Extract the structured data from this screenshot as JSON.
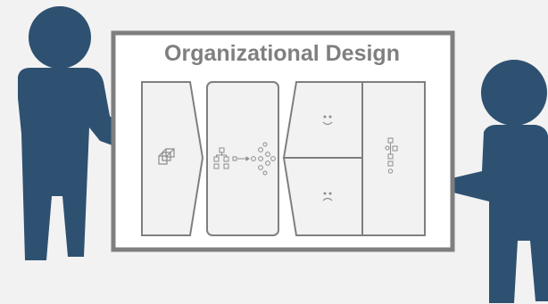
{
  "title": "Organizational Design",
  "colors": {
    "background": "#f2f2f2",
    "figure": "#2e5171",
    "board_border": "#7f7f7f",
    "board_fill": "#ffffff",
    "panel_fill": "#f2f2f2",
    "panel_border": "#7f7f7f",
    "icon": "#8c8c8c"
  },
  "people": [
    {
      "name": "person-left",
      "holds": "board-left-edge"
    },
    {
      "name": "person-right",
      "holds": "board-right-edge"
    }
  ],
  "panels": [
    {
      "name": "panel-input",
      "icon": "stacked-cubes-icon"
    },
    {
      "name": "panel-transformation",
      "icon": "org-chart-to-network-icon"
    },
    {
      "name": "panel-outcome-positive",
      "icon": "smiley-face-icon"
    },
    {
      "name": "panel-outcome-negative",
      "icon": "sad-face-icon"
    },
    {
      "name": "panel-structure",
      "icon": "vertical-hierarchy-icon"
    }
  ]
}
